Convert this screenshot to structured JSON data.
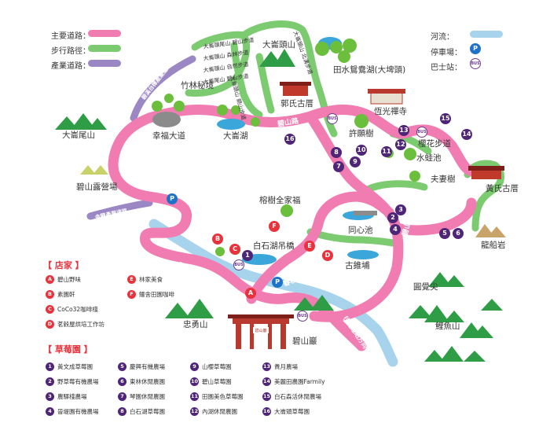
{
  "legend_left": {
    "main_road": "主要道路：",
    "trail": "步行路徑：",
    "industrial_road": "產業道路："
  },
  "legend_right": {
    "river": "河流：",
    "parking": "停車場：",
    "bus": "巴士站：",
    "parking_symbol": "P",
    "bus_symbol": "BUS"
  },
  "places": {
    "dakengtoushan": "大崙頭山",
    "tianshui": "田水鴛鴦湖(大埤頭)",
    "zhulin": "竹林秘境",
    "guoshi": "郭氏古厝",
    "hengguang": "恆光禪寺",
    "dakengweishan": "大崙尾山",
    "xingfu": "幸福大道",
    "dakenghu": "大崙湖",
    "xuli": "許願樹",
    "yinghua": "櫻花步道",
    "shuiwa": "水蛙池",
    "huangshi": "黃氏古厝",
    "fuqi": "夫妻樹",
    "bishan_camp": "碧山露營場",
    "rongshu": "榕樹全家福",
    "tongxin": "同心池",
    "longchuan": "龍船岩",
    "baishihu": "白石湖吊橋",
    "guzhuipu": "古錐埔",
    "yuanjue": "圓覺尖",
    "zhongyong": "忠勇山",
    "biyan": "碧山巖",
    "liyu": "鯉魚山",
    "bishan_gate": "碧山巖"
  },
  "road_labels": {
    "bishan_road_top": "碧山路",
    "bishan_road_right": "碧山路",
    "bishan_road_left": "碧山路",
    "chunqiu": "春秋步道",
    "jinlong": "金龍產業道路",
    "bixi": "碧溪台樟產業道路",
    "wangjiao": "往捷運站方向",
    "trail1": "大崙頭尾山 碧山步道",
    "trail2": "大崙頭山 森林步道",
    "trail3": "大崙頭山 自然步道",
    "trail4": "大崙尾山 碧山步道",
    "trail5": "大崙頭山 親山步道",
    "trail6": "大崙頭山 北溝步道"
  },
  "shops": {
    "title": "【 店家 】",
    "items": [
      {
        "mark": "A",
        "name": "碧山野味"
      },
      {
        "mark": "B",
        "name": "素園軒"
      },
      {
        "mark": "C",
        "name": "CoCo32咖啡棧"
      },
      {
        "mark": "D",
        "name": "茗穀屋烘培工作坊"
      },
      {
        "mark": "E",
        "name": "林家美食"
      },
      {
        "mark": "F",
        "name": "鱷舍田園咖啡"
      }
    ]
  },
  "farms": {
    "title": "【 草莓園 】",
    "items": [
      {
        "mark": "1",
        "name": "黃文成草莓園"
      },
      {
        "mark": "2",
        "name": "野草莓有機農場"
      },
      {
        "mark": "3",
        "name": "農驛棧農場"
      },
      {
        "mark": "4",
        "name": "晉堤園有機農場"
      },
      {
        "mark": "5",
        "name": "慶興有機農場"
      },
      {
        "mark": "6",
        "name": "東林休閒農園"
      },
      {
        "mark": "7",
        "name": "琴園休閒農園"
      },
      {
        "mark": "8",
        "name": "白石湖草莓園"
      },
      {
        "mark": "9",
        "name": "山櫻草莓園"
      },
      {
        "mark": "10",
        "name": "碧山草莓園"
      },
      {
        "mark": "11",
        "name": "田園美色草莓園"
      },
      {
        "mark": "12",
        "name": "內湖休閒農園"
      },
      {
        "mark": "13",
        "name": "貴月農場"
      },
      {
        "mark": "14",
        "name": "美麗田農園Farmily"
      },
      {
        "mark": "15",
        "name": "白石森活休閒農場"
      },
      {
        "mark": "16",
        "name": "大崙頭草莓園"
      }
    ]
  },
  "colors": {
    "main_road": "#f07cb1",
    "trail": "#7ccb71",
    "industrial_road": "#9c87c5",
    "river": "#a7d3ec",
    "shop_marker": "#e8323c",
    "farm_marker": "#4e2577",
    "mountain": "#2e9d46"
  }
}
